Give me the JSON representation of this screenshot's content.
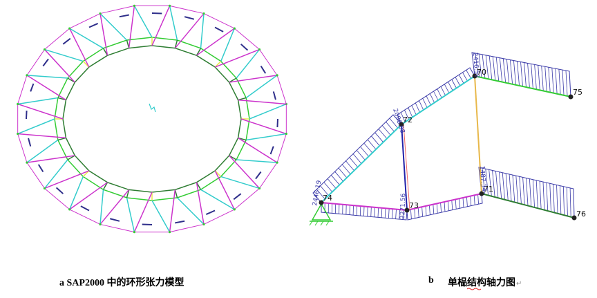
{
  "captions": {
    "left": "a SAP2000 中的环形张力模型",
    "right_letter": "b",
    "right_text": "单榀结构轴力图",
    "return_mark": "↵"
  },
  "frame": {
    "nodes": [
      {
        "id": "70",
        "label": "70"
      },
      {
        "id": "72",
        "label": "72"
      },
      {
        "id": "73",
        "label": "73"
      },
      {
        "id": "74",
        "label": "74"
      },
      {
        "id": "75",
        "label": "75"
      },
      {
        "id": "76",
        "label": "76"
      },
      {
        "id": "71",
        "label": "71"
      }
    ],
    "force_labels": [
      {
        "id": "f1",
        "text": "2446.19"
      },
      {
        "id": "f2",
        "text": "2096.08"
      },
      {
        "id": "f3",
        "text": "2271.56"
      },
      {
        "id": "f4",
        "text": "2416.52"
      },
      {
        "id": "f5",
        "text": "1487.34"
      }
    ]
  },
  "colors": {
    "ring_outer": "#2e7d32",
    "ring_green": "#33cc33",
    "cyan": "#33cccc",
    "magenta": "#cc33cc",
    "yellow": "#e8e84a",
    "hatch": "#3a3aa8",
    "node": "#222222"
  },
  "icons": {
    "support": "pinned-support-icon"
  }
}
